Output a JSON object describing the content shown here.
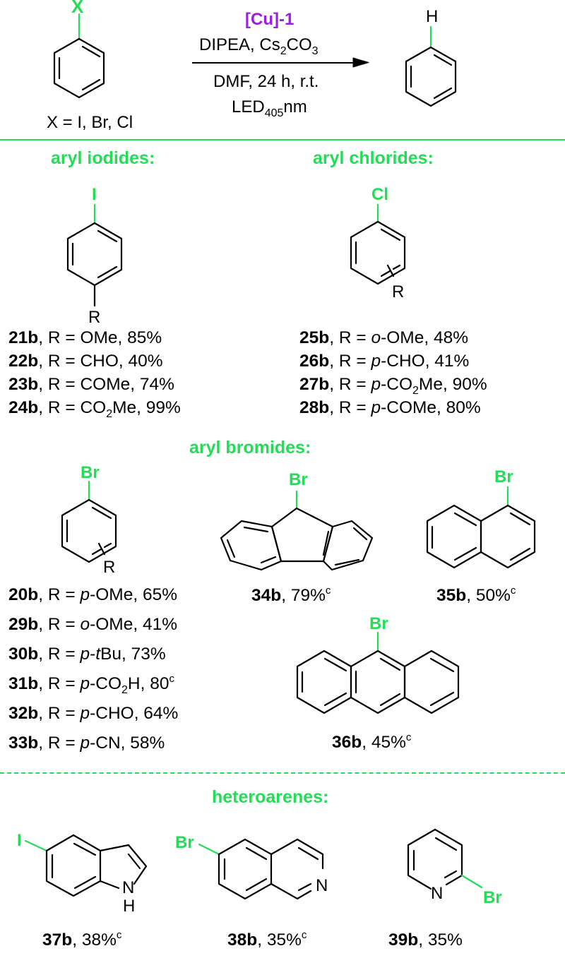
{
  "scheme": {
    "reactant_halogen": "X",
    "product_atom": "H",
    "x_definition": "X = I, Br, Cl",
    "conditions": {
      "catalyst": "[Cu]-1",
      "above_arrow_line": "DIPEA, Cs",
      "above_arrow_sub": "2",
      "above_arrow_tail": "CO",
      "above_arrow_sub2": "3",
      "below_arrow_line1": "DMF, 24 h, r.t.",
      "light_prefix": "LED",
      "light_sub": "405",
      "light_suffix": "nm"
    }
  },
  "colors": {
    "halogen_green": "#22dd55",
    "catalyst_purple": "#9b1fe0",
    "bond_black": "#000000"
  },
  "sections": {
    "aryl_iodides": {
      "title": "aryl iodides:",
      "halogen": "I",
      "substituent": "R",
      "entries": [
        {
          "id": "21b",
          "text": ", R = OMe, 85%"
        },
        {
          "id": "22b",
          "text": ", R = CHO, 40%"
        },
        {
          "id": "23b",
          "text": ", R = COMe, 74%"
        },
        {
          "id": "24b",
          "pre": ", R = CO",
          "sub": "2",
          "post": "Me, 99%"
        }
      ]
    },
    "aryl_chlorides": {
      "title": "aryl chlorides:",
      "halogen": "Cl",
      "substituent": "R",
      "entries": [
        {
          "id": "25b",
          "pre": ", R = ",
          "pos": "o",
          "post": "-OMe, 48%"
        },
        {
          "id": "26b",
          "pre": ", R = ",
          "pos": "p",
          "post": "-CHO, 41%"
        },
        {
          "id": "27b",
          "pre": ", R = ",
          "pos": "p",
          "mid": "-CO",
          "sub": "2",
          "post": "Me, 90%"
        },
        {
          "id": "28b",
          "pre": ", R = ",
          "pos": "p",
          "post": "-COMe, 80%"
        }
      ]
    },
    "aryl_bromides": {
      "title": "aryl bromides:",
      "halogen": "Br",
      "substituent": "R",
      "entries": [
        {
          "id": "20b",
          "pre": ", R = ",
          "pos": "p",
          "post": "-OMe, 65%"
        },
        {
          "id": "29b",
          "pre": ", R = ",
          "pos": "o",
          "post": "-OMe, 41%"
        },
        {
          "id": "30b",
          "pre": ", R = ",
          "pos": "p",
          "mid": "-",
          "ital2": "t",
          "post": "Bu, 73%"
        },
        {
          "id": "31b",
          "pre": ", R = ",
          "pos": "p",
          "mid": "-CO",
          "sub": "2",
          "post": "H, 80",
          "sup": "c"
        },
        {
          "id": "32b",
          "pre": ", R = ",
          "pos": "p",
          "post": "-CHO, 64%"
        },
        {
          "id": "33b",
          "pre": ", R = ",
          "pos": "p",
          "post": "-CN, 58%"
        }
      ],
      "compounds": [
        {
          "id": "34b",
          "yield": ", 79%",
          "note": "c",
          "halogen": "Br",
          "name": "9-bromofluorene"
        },
        {
          "id": "35b",
          "yield": ", 50%",
          "note": "c",
          "halogen": "Br",
          "name": "1-bromonaphthalene"
        },
        {
          "id": "36b",
          "yield": ", 45%",
          "note": "c",
          "halogen": "Br",
          "name": "9-bromoanthracene"
        }
      ]
    },
    "heteroarenes": {
      "title": "heteroarenes:",
      "compounds": [
        {
          "id": "37b",
          "yield": ", 38%",
          "note": "c",
          "halogen": "I",
          "n_label": "N",
          "h_label": "H"
        },
        {
          "id": "38b",
          "yield": ", 35%",
          "note": "c",
          "halogen": "Br",
          "n_label": "N"
        },
        {
          "id": "39b",
          "yield": ", 35%",
          "note": "",
          "halogen": "Br",
          "n_label": "N"
        }
      ]
    }
  }
}
